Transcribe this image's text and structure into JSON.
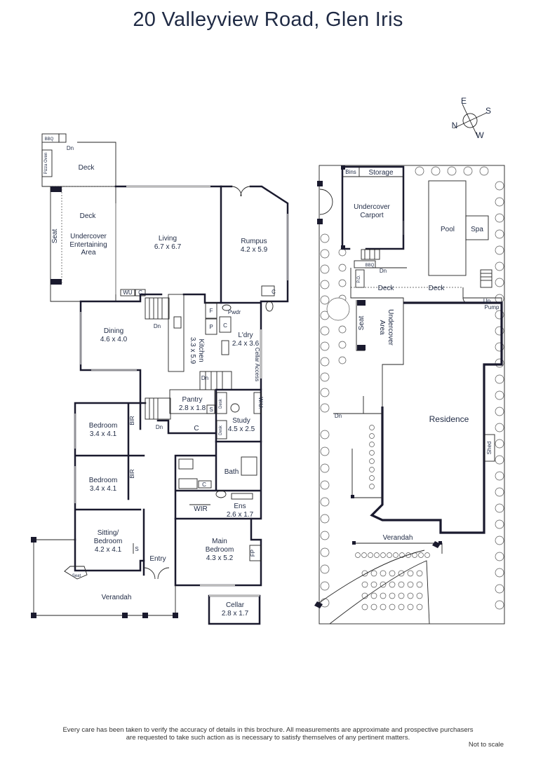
{
  "title": "20 Valleyview Road, Glen Iris",
  "compass": {
    "e": "E",
    "s": "S",
    "n": "N",
    "w": "W"
  },
  "house": {
    "bbq": "BBQ",
    "pizza_oven": "Pizza Oven",
    "dn1": "Dn",
    "deck_top": "Deck",
    "deck": "Deck",
    "seat": "Seat",
    "undercover_1": "Undercover",
    "undercover_2": "Entertaining",
    "undercover_3": "Area",
    "living": "Living",
    "living_dim": "6.7 x 6.7",
    "rumpus": "Rumpus",
    "rumpus_dim": "4.2 x 5.9",
    "wu": "WU",
    "c": "C",
    "f": "F",
    "p": "P",
    "pwdr": "Pwdr",
    "dining": "Dining",
    "dining_dim": "4.6 x 4.0",
    "dn": "Dn",
    "kitchen": "Kitchen",
    "kitchen_dim": "3.3 x 5.9",
    "ldry": "L'dry",
    "ldry_dim": "2.4 x 3.6",
    "cellar_access": "Cellar Access",
    "pantry": "Pantry",
    "pantry_dim": "2.8 x 1.8",
    "s": "S",
    "desk": "Desk",
    "study": "Study",
    "study_dim": "4.5 x 2.5",
    "wu2": "W.U.",
    "bedroom1": "Bedroom",
    "bedroom1_dim": "3.4 x 4.1",
    "bir": "BIR",
    "bedroom2": "Bedroom",
    "bedroom2_dim": "3.4 x 4.1",
    "bath": "Bath",
    "wir": "WIR",
    "ens": "Ens",
    "ens_dim": "2.6 x 1.7",
    "sitting_1": "Sitting/",
    "sitting_2": "Bedroom",
    "sitting_dim": "4.2 x 4.1",
    "entry": "Entry",
    "main_bedroom_1": "Main",
    "main_bedroom_2": "Bedroom",
    "main_bedroom_dim": "4.3 x 5.2",
    "fp": "FP",
    "verandah": "Verandah",
    "cellar": "Cellar",
    "cellar_dim": "2.8 x 1.7"
  },
  "site": {
    "bins": "Bins",
    "storage": "Storage",
    "carport_1": "Undercover",
    "carport_2": "Carport",
    "pool": "Pool",
    "spa": "Spa",
    "bbq": "BBQ",
    "dn": "Dn",
    "po": "P.O.",
    "deck1": "Deck",
    "deck2": "Deck",
    "up": "Up",
    "pump": "Pump",
    "seat": "Seat",
    "undercover_area_1": "Undercover",
    "undercover_area_2": "Area",
    "dn2": "Dn",
    "residence": "Residence",
    "shed": "Shed",
    "verandah": "Verandah"
  },
  "disclaimer_1": "Every care has been taken to verify the accuracy of details in this brochure.  All measurements are approximate and prospective purchasers",
  "disclaimer_2": "are requested to take such action as is necessary to satisfy themselves of any pertinent matters.",
  "scale_note": "Not to scale"
}
